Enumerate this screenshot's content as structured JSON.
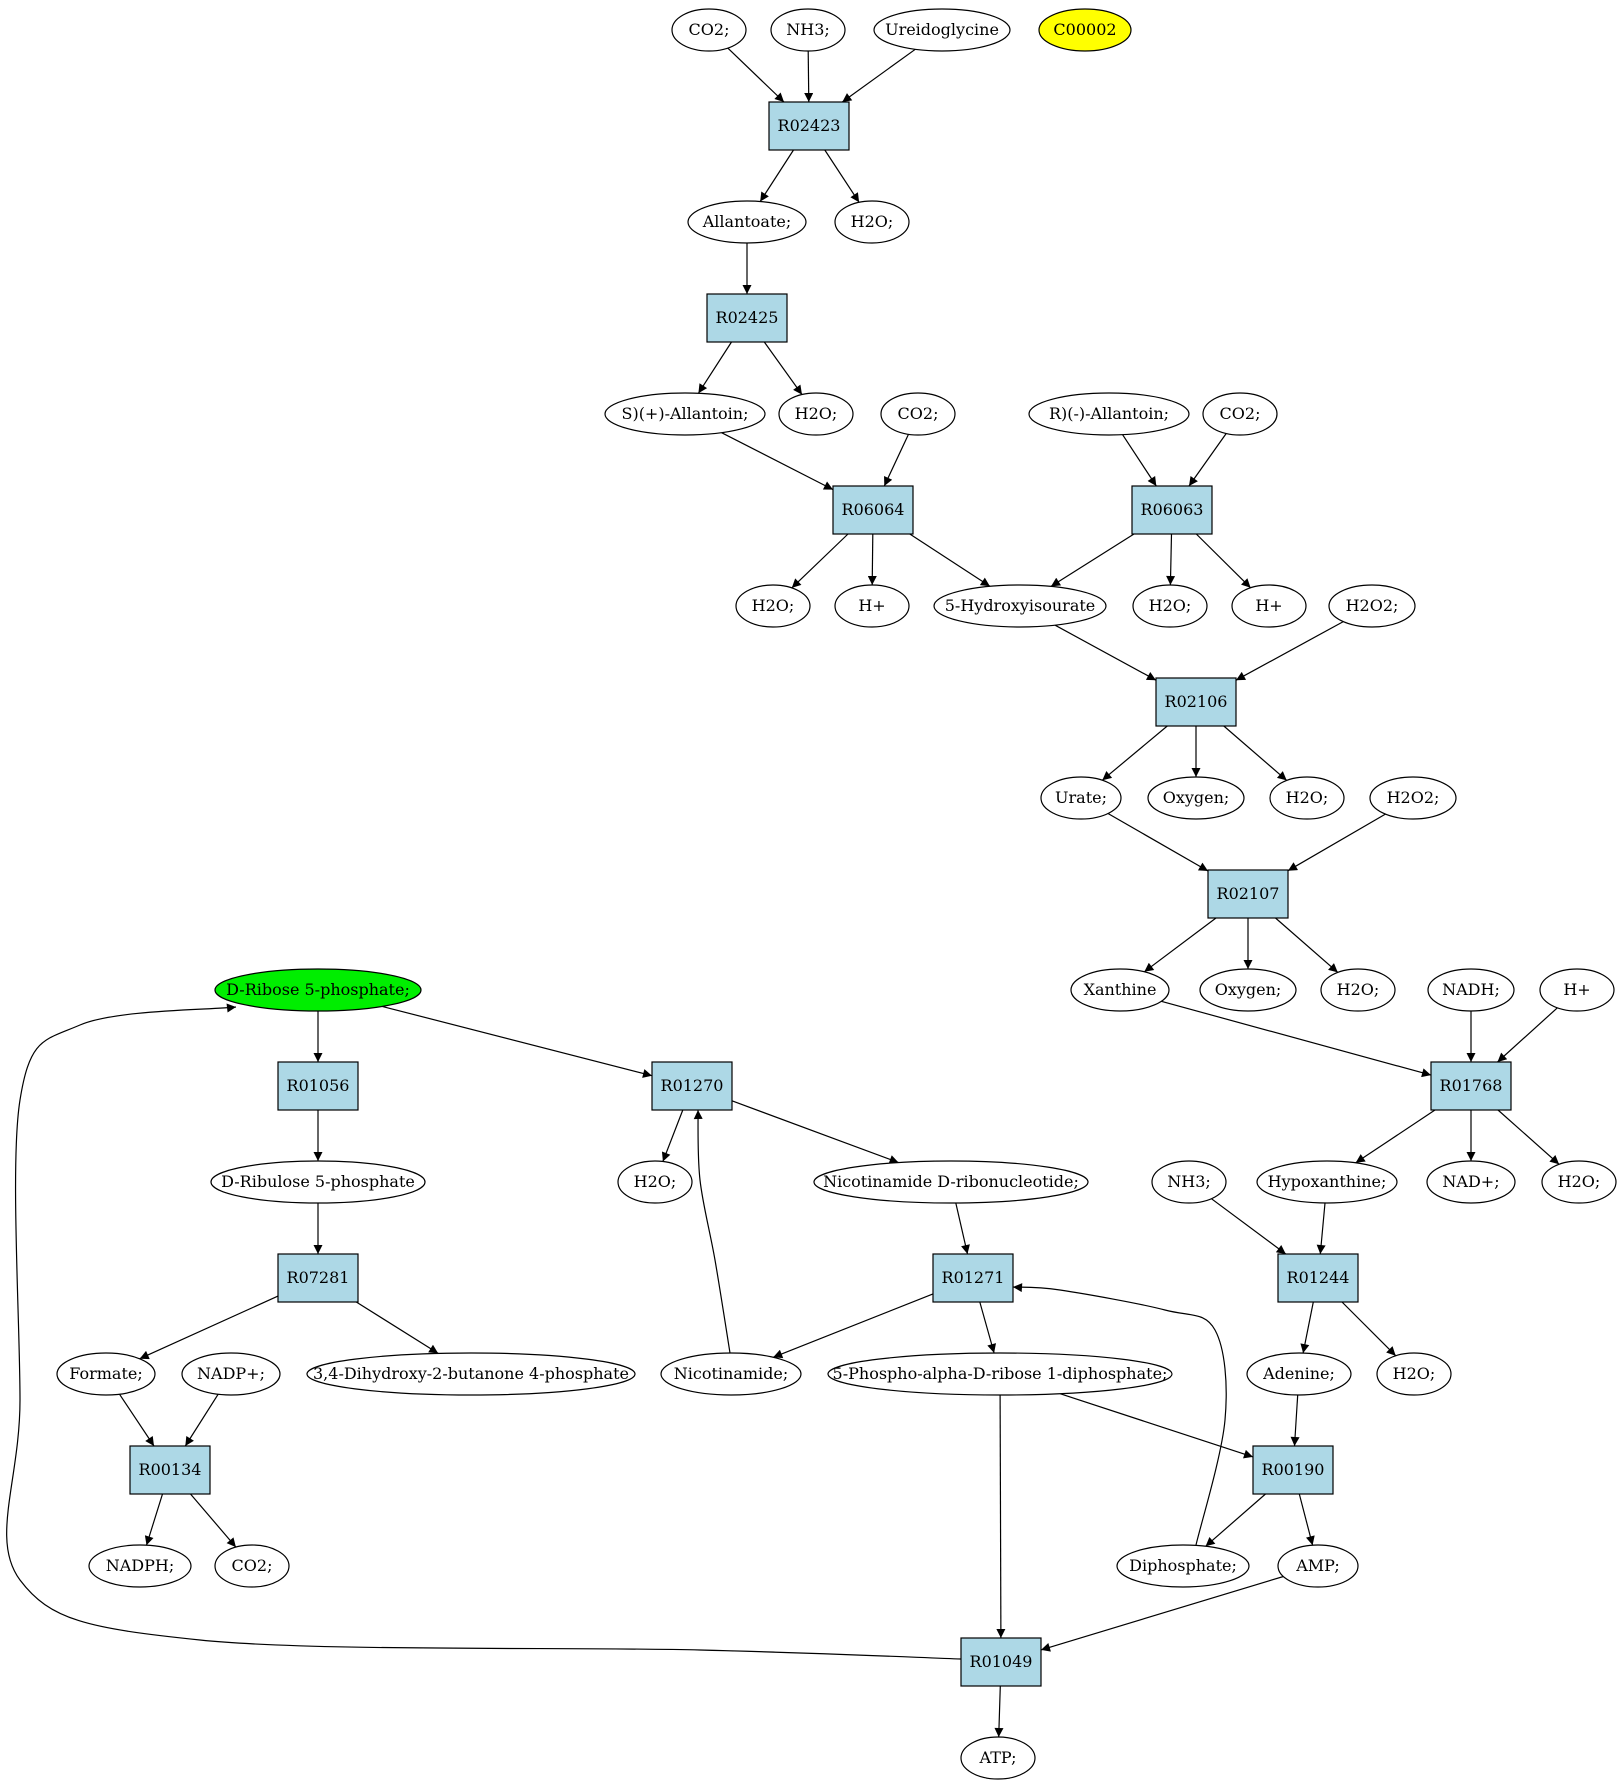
{
  "colors": {
    "reaction_fill": "#add8e6",
    "compound_fill": "#ffffff",
    "highlight_yellow": "#ffff00",
    "highlight_green": "#00ee00",
    "stroke": "#000000"
  },
  "nodes": [
    {
      "id": "co2_a",
      "label": "CO2;",
      "kind": "compound"
    },
    {
      "id": "nh3_a",
      "label": "NH3;",
      "kind": "compound"
    },
    {
      "id": "ureidoglycine",
      "label": "Ureidoglycine",
      "kind": "compound"
    },
    {
      "id": "c00002",
      "label": "C00002",
      "kind": "compound",
      "highlight": "yellow"
    },
    {
      "id": "R02423",
      "label": "R02423",
      "kind": "reaction"
    },
    {
      "id": "allantoate",
      "label": "Allantoate;",
      "kind": "compound"
    },
    {
      "id": "h2o_a",
      "label": "H2O;",
      "kind": "compound"
    },
    {
      "id": "R02425",
      "label": "R02425",
      "kind": "reaction"
    },
    {
      "id": "s_allantoin",
      "label": "S)(+)-Allantoin;",
      "kind": "compound"
    },
    {
      "id": "h2o_b",
      "label": "H2O;",
      "kind": "compound"
    },
    {
      "id": "co2_b",
      "label": "CO2;",
      "kind": "compound"
    },
    {
      "id": "r_allantoin",
      "label": "R)(-)-Allantoin;",
      "kind": "compound"
    },
    {
      "id": "co2_c",
      "label": "CO2;",
      "kind": "compound"
    },
    {
      "id": "R06064",
      "label": "R06064",
      "kind": "reaction"
    },
    {
      "id": "R06063",
      "label": "R06063",
      "kind": "reaction"
    },
    {
      "id": "h2o_c",
      "label": "H2O;",
      "kind": "compound"
    },
    {
      "id": "hplus_a",
      "label": "H+",
      "kind": "compound"
    },
    {
      "id": "hydroxyisourate",
      "label": "5-Hydroxyisourate",
      "kind": "compound"
    },
    {
      "id": "h2o_d",
      "label": "H2O;",
      "kind": "compound"
    },
    {
      "id": "hplus_b",
      "label": "H+",
      "kind": "compound"
    },
    {
      "id": "h2o2_a",
      "label": "H2O2;",
      "kind": "compound"
    },
    {
      "id": "R02106",
      "label": "R02106",
      "kind": "reaction"
    },
    {
      "id": "urate",
      "label": "Urate;",
      "kind": "compound"
    },
    {
      "id": "oxygen_a",
      "label": "Oxygen;",
      "kind": "compound"
    },
    {
      "id": "h2o_e",
      "label": "H2O;",
      "kind": "compound"
    },
    {
      "id": "h2o2_b",
      "label": "H2O2;",
      "kind": "compound"
    },
    {
      "id": "R02107",
      "label": "R02107",
      "kind": "reaction"
    },
    {
      "id": "xanthine",
      "label": "Xanthine",
      "kind": "compound"
    },
    {
      "id": "oxygen_b",
      "label": "Oxygen;",
      "kind": "compound"
    },
    {
      "id": "h2o_f",
      "label": "H2O;",
      "kind": "compound"
    },
    {
      "id": "nadh",
      "label": "NADH;",
      "kind": "compound"
    },
    {
      "id": "hplus_c",
      "label": "H+",
      "kind": "compound"
    },
    {
      "id": "dribose5p",
      "label": "D-Ribose 5-phosphate;",
      "kind": "compound",
      "highlight": "green"
    },
    {
      "id": "R01056",
      "label": "R01056",
      "kind": "reaction"
    },
    {
      "id": "R01270",
      "label": "R01270",
      "kind": "reaction"
    },
    {
      "id": "R01768",
      "label": "R01768",
      "kind": "reaction"
    },
    {
      "id": "dribulose5p",
      "label": "D-Ribulose 5-phosphate",
      "kind": "compound"
    },
    {
      "id": "h2o_g",
      "label": "H2O;",
      "kind": "compound"
    },
    {
      "id": "nicotinamide_rn",
      "label": "Nicotinamide D-ribonucleotide;",
      "kind": "compound"
    },
    {
      "id": "nh3_b",
      "label": "NH3;",
      "kind": "compound"
    },
    {
      "id": "hypoxanthine",
      "label": "Hypoxanthine;",
      "kind": "compound"
    },
    {
      "id": "nadplus",
      "label": "NAD+;",
      "kind": "compound"
    },
    {
      "id": "h2o_h",
      "label": "H2O;",
      "kind": "compound"
    },
    {
      "id": "R07281",
      "label": "R07281",
      "kind": "reaction"
    },
    {
      "id": "R01271",
      "label": "R01271",
      "kind": "reaction"
    },
    {
      "id": "R01244",
      "label": "R01244",
      "kind": "reaction"
    },
    {
      "id": "formate",
      "label": "Formate;",
      "kind": "compound"
    },
    {
      "id": "nadpplus",
      "label": "NADP+;",
      "kind": "compound"
    },
    {
      "id": "dihydroxybutanone",
      "label": "3,4-Dihydroxy-2-butanone 4-phosphate",
      "kind": "compound"
    },
    {
      "id": "nicotinamide",
      "label": "Nicotinamide;",
      "kind": "compound"
    },
    {
      "id": "prpp",
      "label": "5-Phospho-alpha-D-ribose 1-diphosphate;",
      "kind": "compound"
    },
    {
      "id": "adenine",
      "label": "Adenine;",
      "kind": "compound"
    },
    {
      "id": "h2o_i",
      "label": "H2O;",
      "kind": "compound"
    },
    {
      "id": "R00134",
      "label": "R00134",
      "kind": "reaction"
    },
    {
      "id": "R00190",
      "label": "R00190",
      "kind": "reaction"
    },
    {
      "id": "nadph",
      "label": "NADPH;",
      "kind": "compound"
    },
    {
      "id": "co2_d",
      "label": "CO2;",
      "kind": "compound"
    },
    {
      "id": "diphosphate",
      "label": "Diphosphate;",
      "kind": "compound"
    },
    {
      "id": "amp",
      "label": "AMP;",
      "kind": "compound"
    },
    {
      "id": "R01049",
      "label": "R01049",
      "kind": "reaction"
    },
    {
      "id": "atp",
      "label": "ATP;",
      "kind": "compound"
    }
  ],
  "edges": [
    {
      "from": "co2_a",
      "to": "R02423"
    },
    {
      "from": "nh3_a",
      "to": "R02423"
    },
    {
      "from": "ureidoglycine",
      "to": "R02423"
    },
    {
      "from": "R02423",
      "to": "allantoate"
    },
    {
      "from": "R02423",
      "to": "h2o_a"
    },
    {
      "from": "allantoate",
      "to": "R02425"
    },
    {
      "from": "R02425",
      "to": "s_allantoin"
    },
    {
      "from": "R02425",
      "to": "h2o_b"
    },
    {
      "from": "s_allantoin",
      "to": "R06064"
    },
    {
      "from": "co2_b",
      "to": "R06064"
    },
    {
      "from": "r_allantoin",
      "to": "R06063"
    },
    {
      "from": "co2_c",
      "to": "R06063"
    },
    {
      "from": "R06064",
      "to": "h2o_c"
    },
    {
      "from": "R06064",
      "to": "hplus_a"
    },
    {
      "from": "R06064",
      "to": "hydroxyisourate"
    },
    {
      "from": "R06063",
      "to": "hydroxyisourate"
    },
    {
      "from": "R06063",
      "to": "h2o_d"
    },
    {
      "from": "R06063",
      "to": "hplus_b"
    },
    {
      "from": "hydroxyisourate",
      "to": "R02106"
    },
    {
      "from": "h2o2_a",
      "to": "R02106"
    },
    {
      "from": "R02106",
      "to": "urate"
    },
    {
      "from": "R02106",
      "to": "oxygen_a"
    },
    {
      "from": "R02106",
      "to": "h2o_e"
    },
    {
      "from": "urate",
      "to": "R02107"
    },
    {
      "from": "h2o2_b",
      "to": "R02107"
    },
    {
      "from": "R02107",
      "to": "xanthine"
    },
    {
      "from": "R02107",
      "to": "oxygen_b"
    },
    {
      "from": "R02107",
      "to": "h2o_f"
    },
    {
      "from": "xanthine",
      "to": "R01768"
    },
    {
      "from": "nadh",
      "to": "R01768"
    },
    {
      "from": "hplus_c",
      "to": "R01768"
    },
    {
      "from": "R01768",
      "to": "hypoxanthine"
    },
    {
      "from": "R01768",
      "to": "nadplus"
    },
    {
      "from": "R01768",
      "to": "h2o_h"
    },
    {
      "from": "dribose5p",
      "to": "R01056"
    },
    {
      "from": "dribose5p",
      "to": "R01270"
    },
    {
      "from": "R01056",
      "to": "dribulose5p"
    },
    {
      "from": "R01270",
      "to": "h2o_g"
    },
    {
      "from": "R01270",
      "to": "nicotinamide_rn"
    },
    {
      "from": "dribulose5p",
      "to": "R07281"
    },
    {
      "from": "nicotinamide_rn",
      "to": "R01271"
    },
    {
      "from": "nh3_b",
      "to": "R01244"
    },
    {
      "from": "hypoxanthine",
      "to": "R01244"
    },
    {
      "from": "R07281",
      "to": "formate"
    },
    {
      "from": "R07281",
      "to": "dihydroxybutanone"
    },
    {
      "from": "R01271",
      "to": "nicotinamide"
    },
    {
      "from": "R01271",
      "to": "prpp"
    },
    {
      "from": "nicotinamide",
      "to": "R01270"
    },
    {
      "from": "R01244",
      "to": "adenine"
    },
    {
      "from": "R01244",
      "to": "h2o_i"
    },
    {
      "from": "formate",
      "to": "R00134"
    },
    {
      "from": "nadpplus",
      "to": "R00134"
    },
    {
      "from": "R00134",
      "to": "nadph"
    },
    {
      "from": "R00134",
      "to": "co2_d"
    },
    {
      "from": "prpp",
      "to": "R00190"
    },
    {
      "from": "adenine",
      "to": "R00190"
    },
    {
      "from": "prpp",
      "to": "R01049"
    },
    {
      "from": "R00190",
      "to": "diphosphate"
    },
    {
      "from": "R00190",
      "to": "amp"
    },
    {
      "from": "diphosphate",
      "to": "R01271"
    },
    {
      "from": "amp",
      "to": "R01049"
    },
    {
      "from": "R01049",
      "to": "atp"
    },
    {
      "from": "R01049",
      "to": "dribose5p"
    }
  ]
}
